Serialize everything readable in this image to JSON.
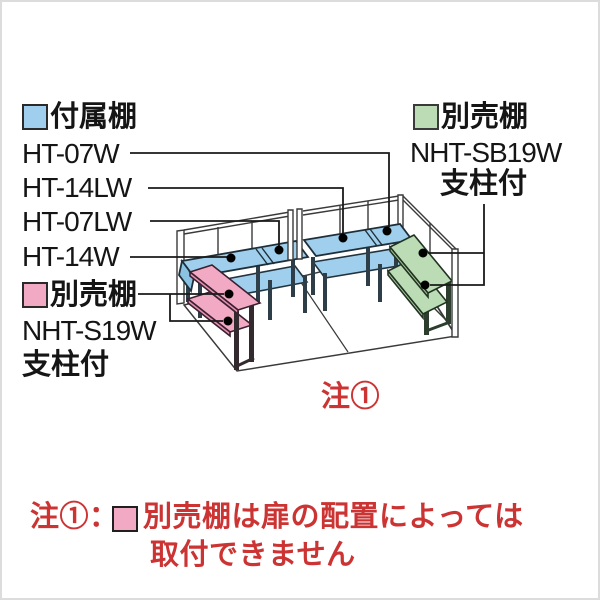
{
  "colors": {
    "attached_shelf_blue": "#9FCFEC",
    "optional_shelf_green": "#BBDCB4",
    "optional_shelf_pink": "#F2A9C3",
    "note_red": "#CC3333",
    "line_black": "#1a1a1a",
    "frame_gray": "#dcdcdc"
  },
  "legend_attached": {
    "label": "付属棚",
    "models": [
      "HT-07W",
      "HT-14LW",
      "HT-07LW",
      "HT-14W"
    ]
  },
  "legend_green": {
    "label": "別売棚",
    "model": "NHT-SB19W",
    "note": "支柱付"
  },
  "legend_pink": {
    "label": "別売棚",
    "model": "NHT-S19W",
    "note": "支柱付"
  },
  "diagram": {
    "note_ref": "注①"
  },
  "footnote": {
    "prefix": "注①：",
    "line1": "別売棚は扉の配置によっては",
    "line2": "取付できません"
  }
}
